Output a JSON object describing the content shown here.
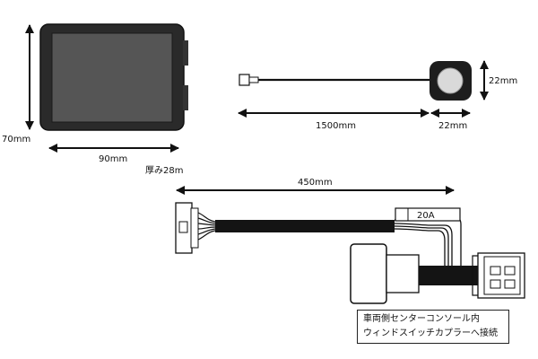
{
  "module": {
    "height_label": "70mm",
    "width_label": "90mm",
    "thickness_label": "厚み28m"
  },
  "switch_cable": {
    "cable_length_label": "1500mm",
    "switch_width_label": "22mm",
    "switch_height_label": "22mm"
  },
  "harness": {
    "length_label": "450mm",
    "fuse_label": "20A",
    "connection_note": [
      "車両側センターコンソール内",
      "ウィンドスイッチカプラーへ接続"
    ]
  }
}
